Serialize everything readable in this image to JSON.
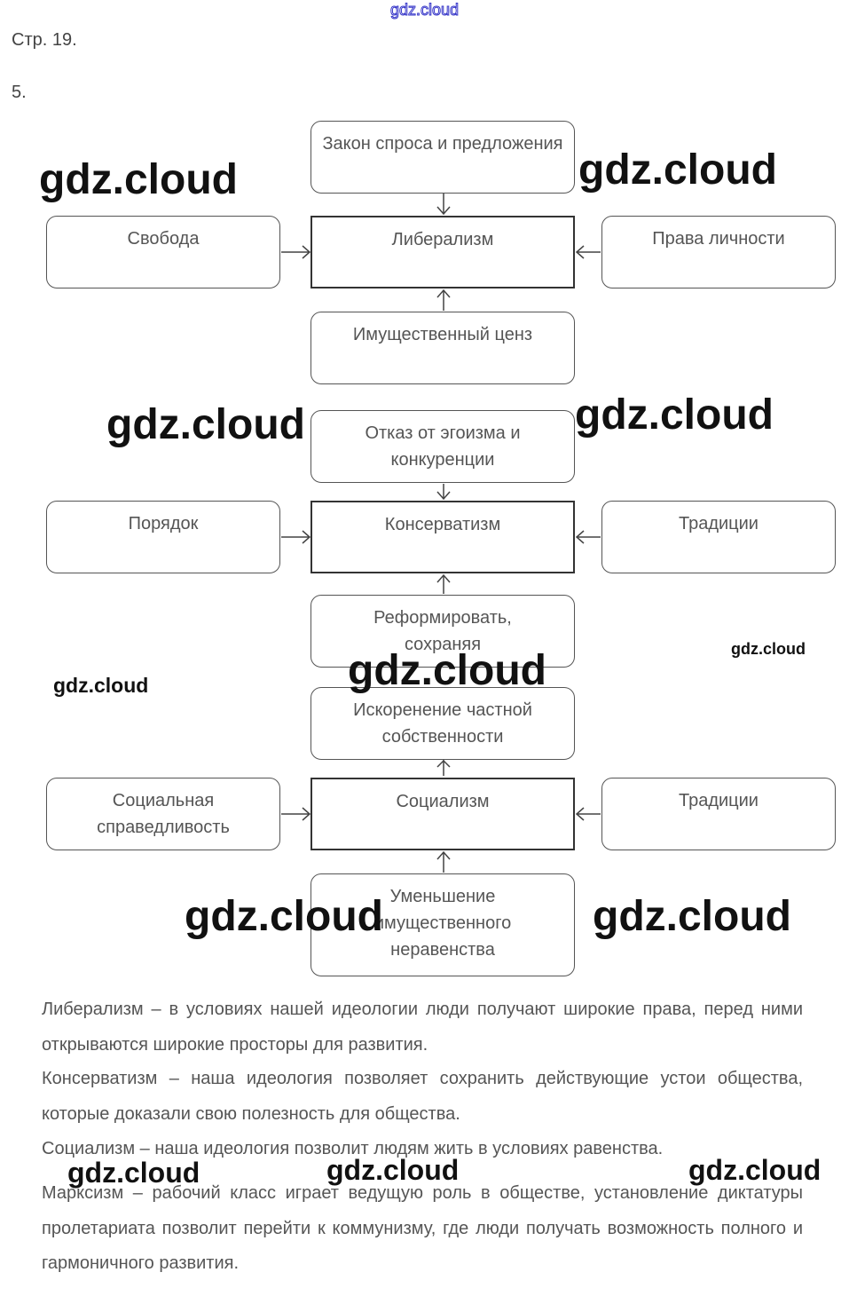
{
  "site_watermark": "gdz.cloud",
  "page_label": "Стр. 19.",
  "task_number": "5.",
  "diagram": {
    "liberalism": {
      "top": "Закон спроса и предложения",
      "center": "Либерализм",
      "left": "Свобода",
      "right": "Права личности",
      "bottom": "Имущественный ценз"
    },
    "conservatism": {
      "top": "Отказ от эгоизма и конкуренции",
      "center": "Консерватизм",
      "left": "Порядок",
      "right": "Традиции",
      "bottom": "Реформировать, сохраняя"
    },
    "socialism": {
      "top": "Искоренение частной собственности",
      "center": "Социализм",
      "left": "Социальная справедливость",
      "right": "Традиции",
      "bottom": "Уменьшение имущественного неравенства"
    }
  },
  "paragraphs": [
    "Либерализм – в условиях нашей идеологии люди получают широкие права, перед ними открываются широкие просторы для развития.",
    "Консерватизм – наша идеология позволяет сохранить действующие устои общества, которые доказали свою полезность для общества.",
    "Социализм – наша идеология позволит людям жить в условиях равенства.",
    "Марксизм – рабочий класс играет ведущую роль в обществе, установление диктатуры пролетариата позволит перейти к коммунизму, где люди получать возможность полного и гармоничного развития."
  ]
}
